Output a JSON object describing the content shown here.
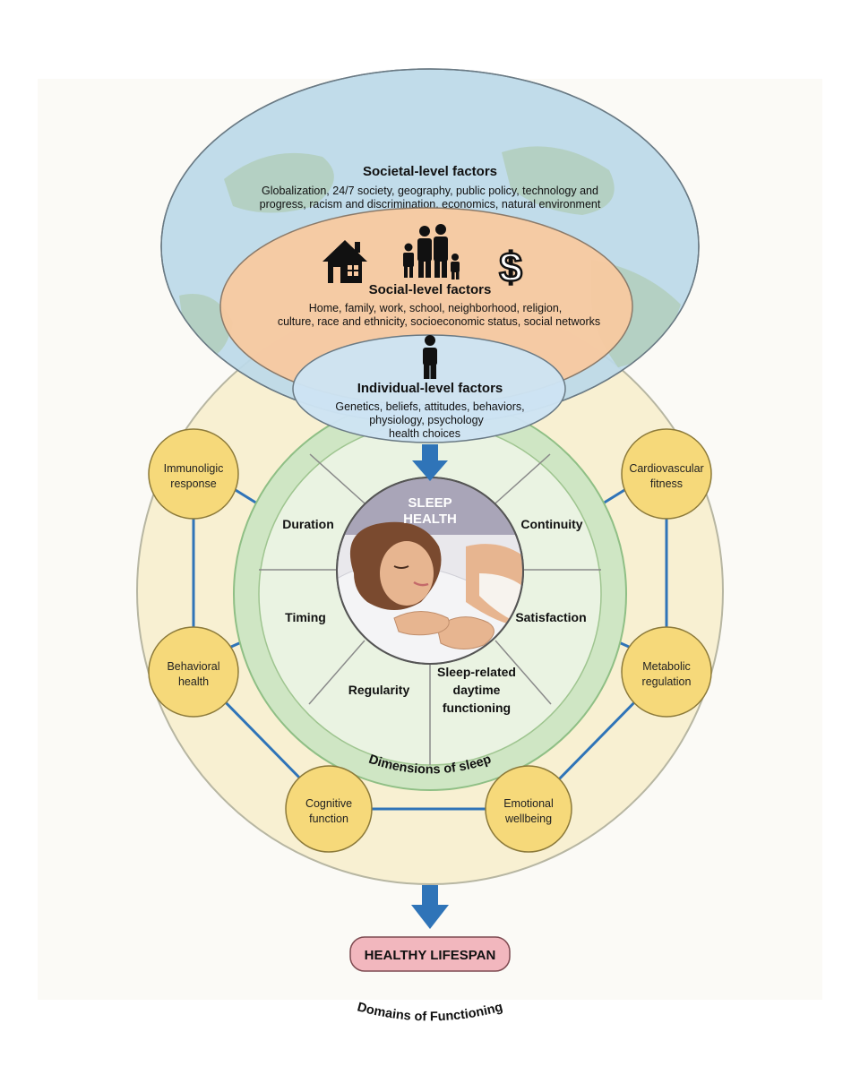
{
  "colors": {
    "globe": "#bcd9e8",
    "social": "#f8c9a0",
    "individual": "#cde3f3",
    "domains_ring": "#f8f0d2",
    "dimensions_ring": "#cfe6c4",
    "dimensions_fill": "#eaf3e2",
    "node_fill": "#f6d97a",
    "connector": "#2f74b8",
    "arrow": "#2f74b8",
    "outcome_fill": "#f2b7be"
  },
  "societal": {
    "title": "Societal-level factors",
    "lines": [
      "Globalization, 24/7 society, geography, public policy, technology and",
      "progress, racism and discrimination, economics, natural environment"
    ]
  },
  "social": {
    "icons": [
      "house-icon",
      "family-icon",
      "dollar-icon"
    ],
    "dollar_glyph": "$",
    "title": "Social-level factors",
    "lines": [
      "Home, family, work, school, neighborhood, religion,",
      "culture, race and ethnicity, socioeconomic status, social networks"
    ]
  },
  "individual": {
    "icon": "person-icon",
    "title": "Individual-level factors",
    "lines": [
      "Genetics, beliefs, attitudes, behaviors,",
      "physiology, psychology",
      "health choices"
    ]
  },
  "sleep_health": {
    "lines": [
      "SLEEP",
      "HEALTH"
    ],
    "image": "sleeping-woman-illustration"
  },
  "dimensions": {
    "label": "Dimensions of sleep",
    "duration": "Duration",
    "continuity": "Continuity",
    "timing": "Timing",
    "satisfaction": "Satisfaction",
    "regularity": "Regularity",
    "daytime": [
      "Sleep-related",
      "daytime",
      "functioning"
    ]
  },
  "domains": {
    "label": "Domains of Functioning",
    "immunologic": [
      "Immunoligic",
      "response"
    ],
    "cardiovascular": [
      "Cardiovascular",
      "fitness"
    ],
    "behavioral": [
      "Behavioral",
      "health"
    ],
    "metabolic": [
      "Metabolic",
      "regulation"
    ],
    "cognitive": [
      "Cognitive",
      "function"
    ],
    "emotional": [
      "Emotional",
      "wellbeing"
    ]
  },
  "outcome": {
    "label": "HEALTHY LIFESPAN"
  }
}
